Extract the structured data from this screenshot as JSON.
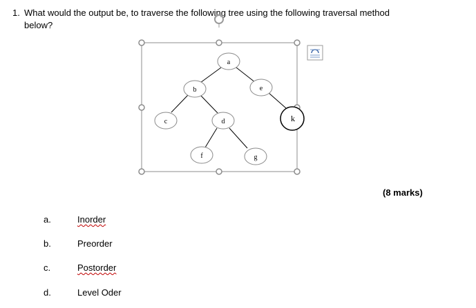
{
  "question": {
    "number": "1.",
    "line1": "What would the output be, to traverse the following tree using the following traversal method",
    "line2": "below?"
  },
  "marks": "(8 marks)",
  "tree": {
    "nodes": [
      "a",
      "b",
      "e",
      "c",
      "d",
      "k",
      "f",
      "g"
    ]
  },
  "options": [
    {
      "letter": "a.",
      "label": "Inorder"
    },
    {
      "letter": "b.",
      "label": "Preorder"
    },
    {
      "letter": "c.",
      "label": "Postorder"
    },
    {
      "letter": "d.",
      "label": "Level Oder"
    }
  ]
}
